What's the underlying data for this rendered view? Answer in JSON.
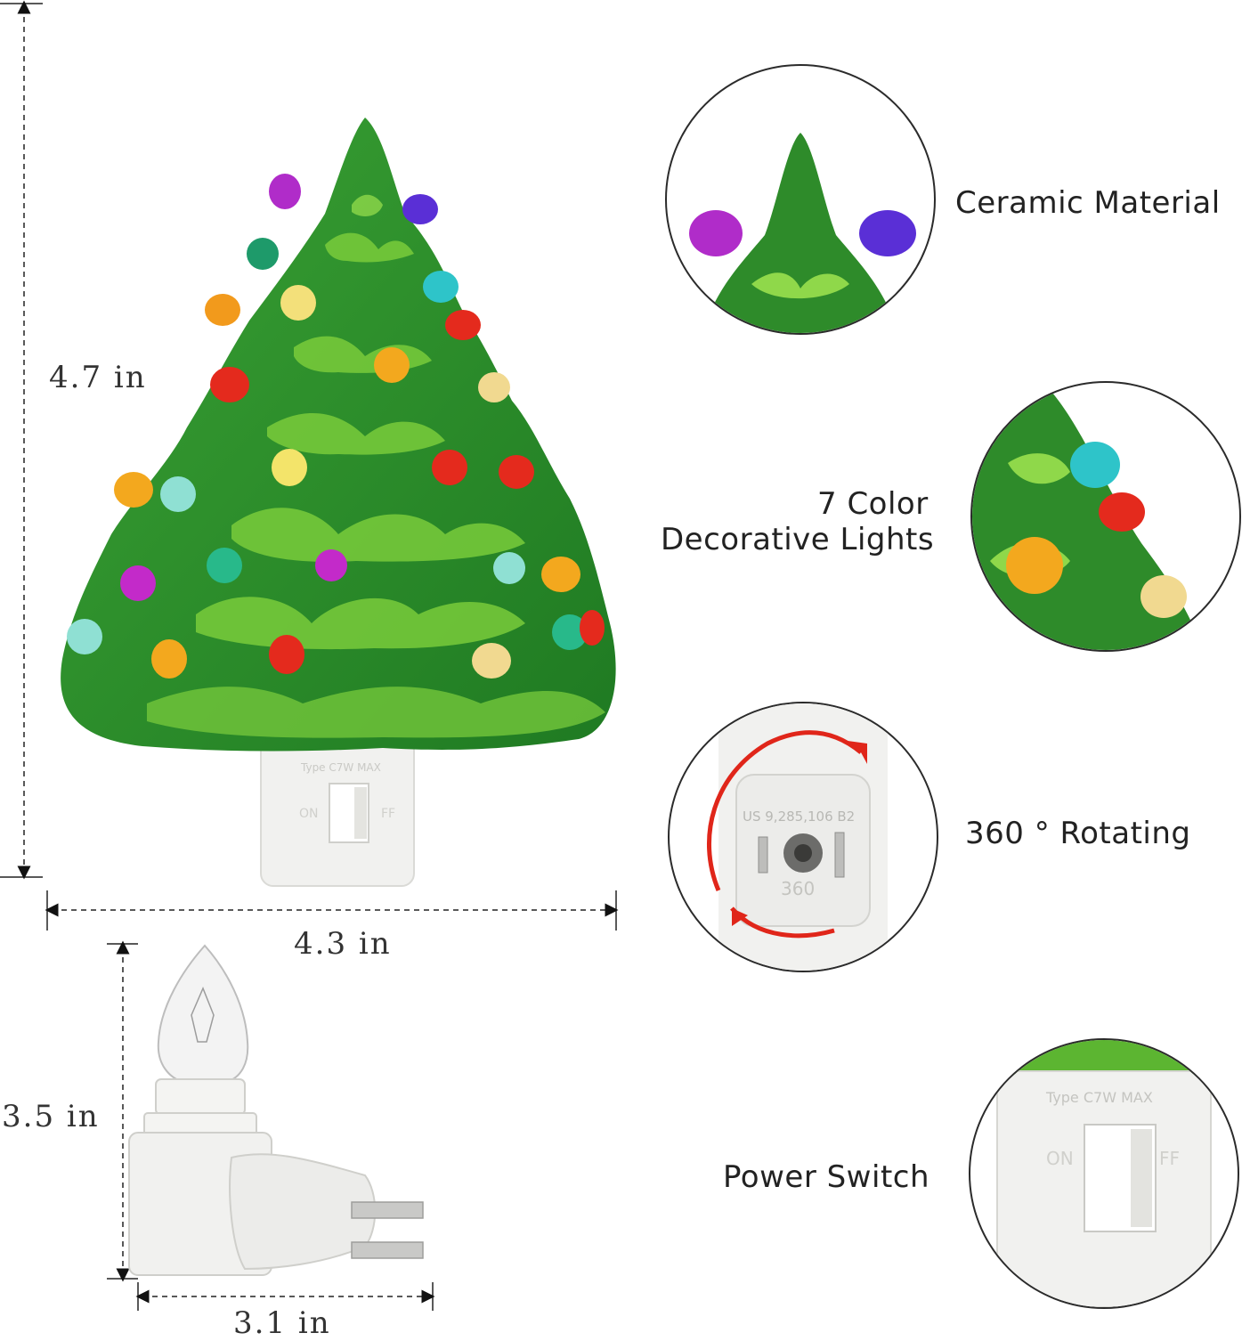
{
  "dimensions": {
    "tree_height": "4.7 in",
    "tree_width": "4.3 in",
    "base_height": "3.5 in",
    "base_width": "3.1 in"
  },
  "features": [
    {
      "label": "Ceramic Material",
      "icon": "tree-top-detail"
    },
    {
      "label_line1": "7 Color",
      "label_line2": "Decorative Lights",
      "icon": "color-lights-detail"
    },
    {
      "label": "360 ° Rotating",
      "icon": "rotating-plug-detail"
    },
    {
      "label": "Power Switch",
      "icon": "switch-detail"
    }
  ],
  "switch_labels": {
    "on": "ON",
    "off": "FF",
    "type": "Type C7W MAX"
  },
  "plug_marking": {
    "patent": "US 9,285,106 B2",
    "rotation": "360"
  },
  "colors": {
    "tree_green": "#2e8b2a",
    "tree_light": "#7fcf3a",
    "base_white": "#f2f2f0",
    "arrow_red": "#e0261a"
  }
}
